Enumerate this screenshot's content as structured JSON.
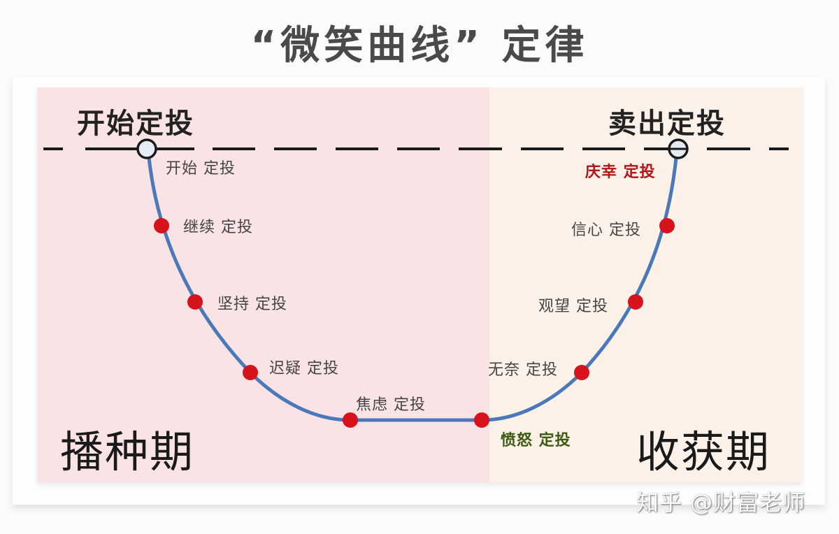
{
  "title": "“微笑曲线” 定律",
  "header_labels": {
    "start": "开始定投",
    "sell": "卖出定投"
  },
  "periods": {
    "sowing": "播种期",
    "harvest": "收获期"
  },
  "stages": [
    {
      "label": "开始  定投",
      "style": "normal"
    },
    {
      "label": "继续  定投",
      "style": "normal"
    },
    {
      "label": "坚持  定投",
      "style": "normal"
    },
    {
      "label": "迟疑  定投",
      "style": "normal"
    },
    {
      "label": "焦虑  定投",
      "style": "normal"
    },
    {
      "label": "愤怒  定投",
      "style": "green"
    },
    {
      "label": "无奈  定投",
      "style": "normal"
    },
    {
      "label": "观望  定投",
      "style": "normal"
    },
    {
      "label": "信心  定投",
      "style": "normal"
    },
    {
      "label": "庆幸  定投",
      "style": "red"
    }
  ],
  "watermark": "知乎 @财富老师",
  "colors": {
    "curve": "#4a78b8",
    "dot": "#d6121c",
    "left_panel": "#f9e3e4",
    "right_panel": "#fbf1e8",
    "highlight_red": "#b3151b",
    "highlight_green": "#3d5a12"
  }
}
